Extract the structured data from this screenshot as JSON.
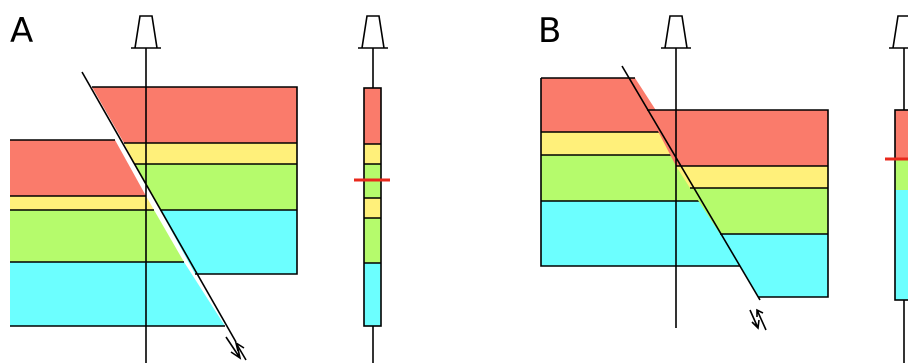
{
  "panels": [
    {
      "label": "A",
      "fault_type": "reverse"
    },
    {
      "label": "B",
      "fault_type": "normal"
    }
  ],
  "colors": {
    "red": "#fa7b6b",
    "yellow": "#fff07a",
    "green": "#b5fb6c",
    "cyan": "#6cffff",
    "marker": "#e8291c",
    "line": "#000000"
  },
  "icons": [
    "derrick-icon",
    "fault-motion-arrows-icon"
  ]
}
